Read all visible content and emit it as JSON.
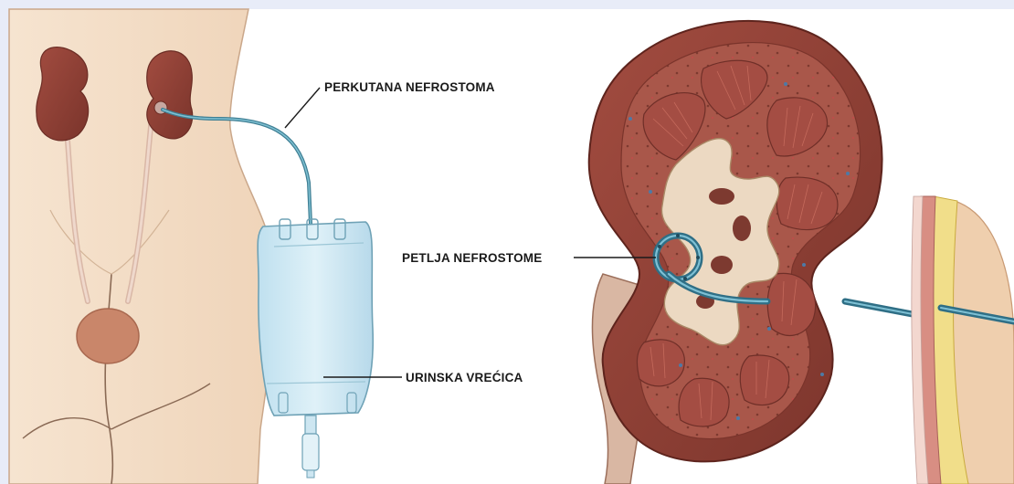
{
  "labels": {
    "nephrostomy": "PERKUTANA NEFROSTOMA",
    "loop": "PETLJA NEFROSTOME",
    "bag": "URINSKA VREĆICA"
  },
  "colors": {
    "background": "#ffffff",
    "frame": "#e8ecf8",
    "skin": "#f3ddc6",
    "skin_shadow": "#e3c3a4",
    "kidney": "#8e4036",
    "kidney_light": "#b3665a",
    "tube": "#4f93a8",
    "bag": "#cfe8f3",
    "fat": "#f1de8a",
    "muscle": "#d88e83"
  }
}
